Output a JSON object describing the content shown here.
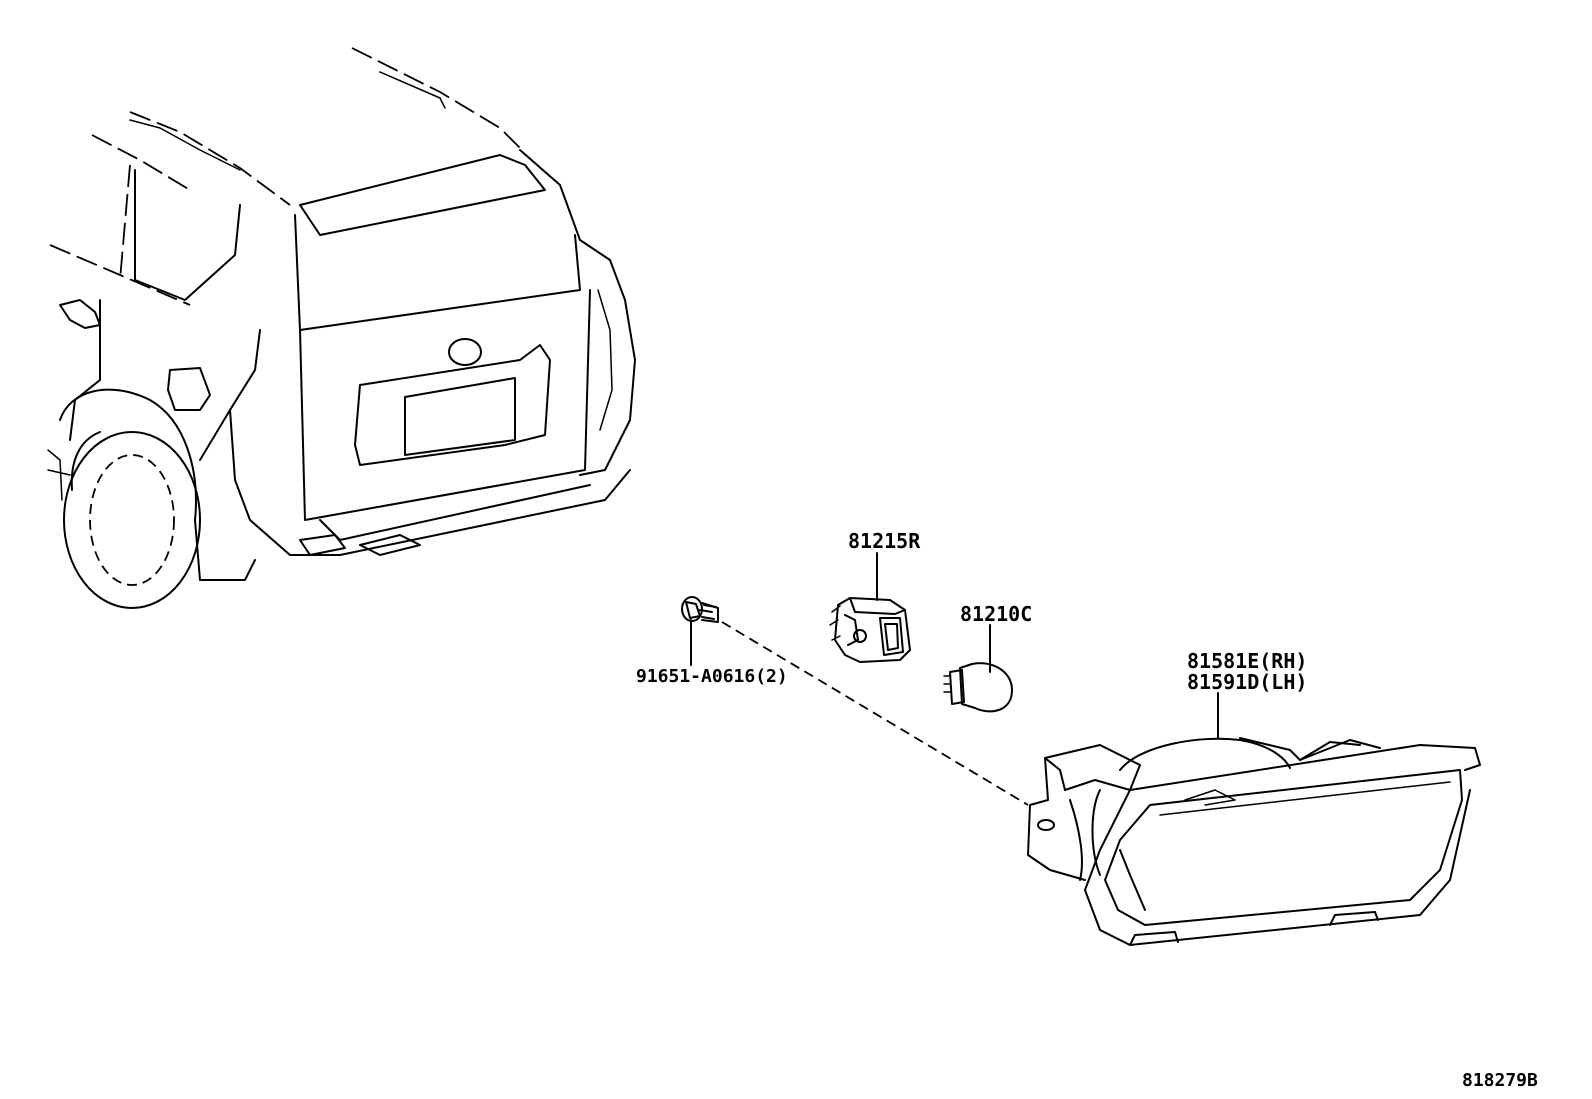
{
  "parts": {
    "socket": "81215R",
    "bulb": "81210C",
    "bolt": "91651-A0616(2)",
    "lamp_rh": "81581E(RH)",
    "lamp_lh": "81591D(LH)"
  },
  "diagram_code": "818279B"
}
